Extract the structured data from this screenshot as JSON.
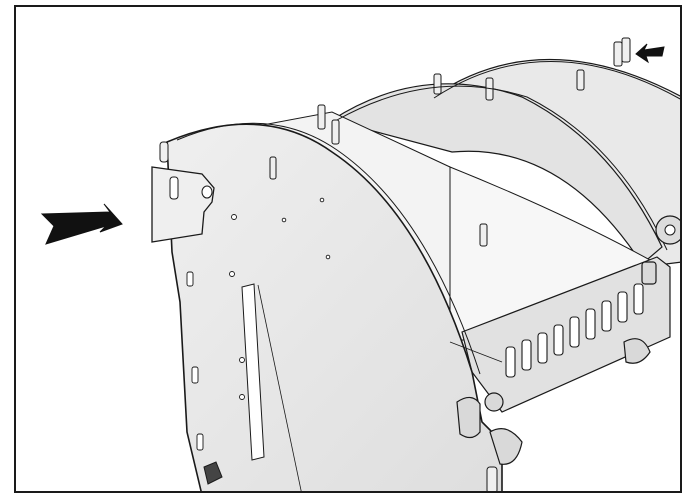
{
  "image": {
    "subject": "exploded-view-assembly-illustration",
    "colors": {
      "panel_fill": "#e6e6e6",
      "panel_light": "#f2f2f2",
      "panel_shade": "#d4d4d4",
      "edge": "#1a1a1a",
      "arrow": "#111111",
      "background": "#ffffff"
    },
    "arrows": [
      {
        "name": "insert-arrow-left",
        "direction": "right"
      },
      {
        "name": "insert-arrow-right",
        "direction": "left"
      }
    ]
  }
}
